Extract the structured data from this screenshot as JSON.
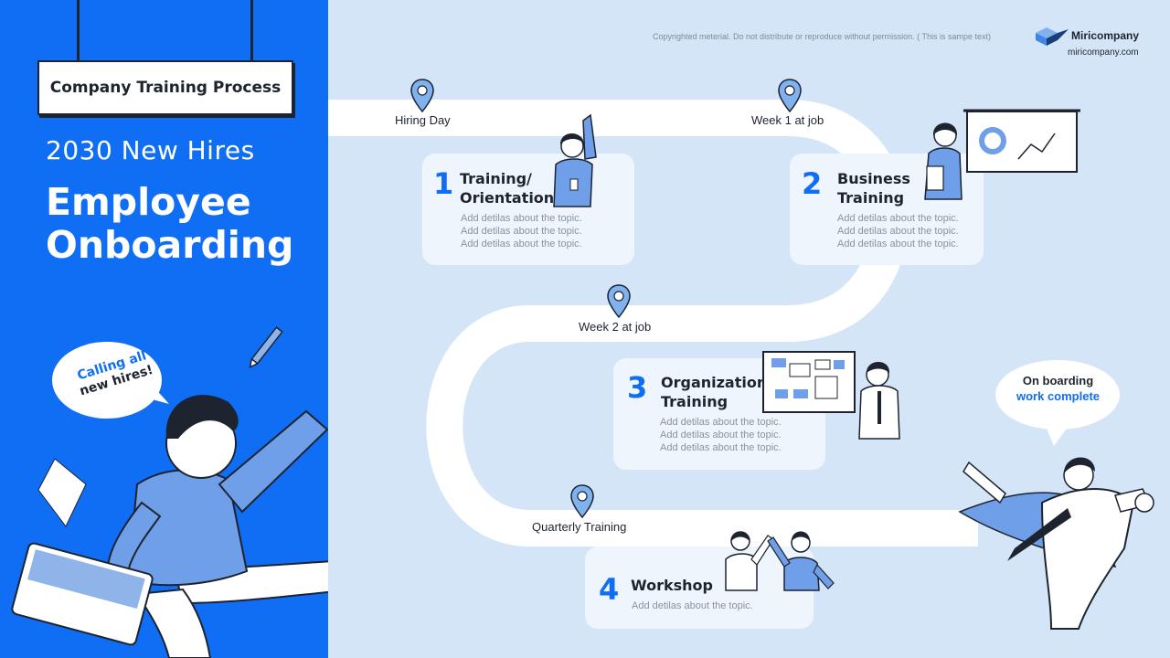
{
  "header": {
    "copyright": "Copyrighted meterial. Do not distribute or reproduce without permission. ( This is sampe text)",
    "brand_name": "Miricompany",
    "brand_url": "miricompany.com"
  },
  "left_panel": {
    "sign_label": "Company Training Process",
    "subtitle": "2030 New Hires",
    "title_line1": "Employee",
    "title_line2": "Onboarding",
    "callout_line1": "Calling all",
    "callout_line2": "new hires!"
  },
  "milestones": [
    {
      "label": "Hiring Day"
    },
    {
      "label": "Week 1 at job"
    },
    {
      "label": "Week 2 at job"
    },
    {
      "label": "Quarterly Training"
    }
  ],
  "steps": [
    {
      "number": "1",
      "title": "Training/\nOrientation",
      "desc": [
        "Add detilas about the topic.",
        "Add detilas about the topic.",
        "Add detilas about the topic."
      ]
    },
    {
      "number": "2",
      "title": "Business\nTraining",
      "desc": [
        "Add detilas about the topic.",
        "Add detilas about the topic.",
        "Add detilas about the topic."
      ]
    },
    {
      "number": "3",
      "title": "Organization\nTraining",
      "desc": [
        "Add detilas about the topic.",
        "Add detilas about the topic.",
        "Add detilas about the topic."
      ]
    },
    {
      "number": "4",
      "title": "Workshop",
      "desc": [
        "Add detilas about the topic."
      ]
    }
  ],
  "completion": {
    "line1": "On boarding",
    "line2": "work complete"
  },
  "colors": {
    "accent": "#0f6ef4",
    "background": "#d5e5f8",
    "card": "#eef5fd",
    "text_dark": "#1d2430"
  }
}
